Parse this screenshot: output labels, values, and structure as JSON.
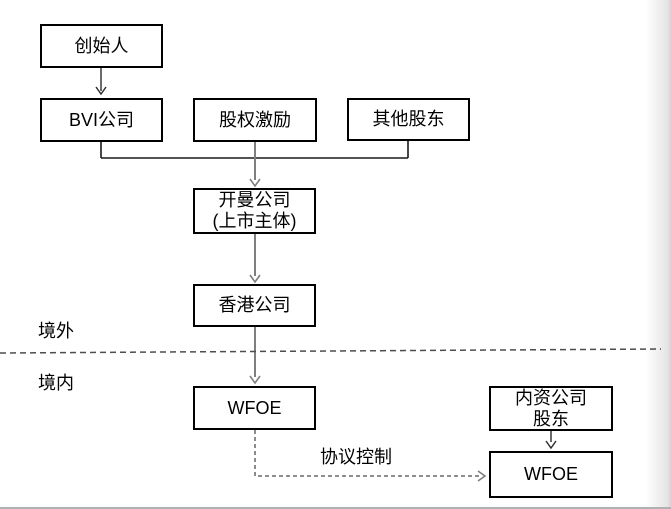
{
  "diagram": {
    "nodes": {
      "founder": {
        "label": "创始人"
      },
      "bvi": {
        "label": "BVI公司"
      },
      "esop": {
        "label": "股权激励"
      },
      "other_shareholders": {
        "label": "其他股东"
      },
      "cayman": {
        "label_line1": "开曼公司",
        "label_line2": "(上市主体)"
      },
      "hongkong": {
        "label": "香港公司"
      },
      "wfoe": {
        "label": "WFOE"
      },
      "domestic_shareholders": {
        "label_line1": "内资公司",
        "label_line2": "股东"
      },
      "wfoe_vie": {
        "label": "WFOE"
      }
    },
    "labels": {
      "offshore": "境外",
      "onshore": "境内",
      "vie_control": "协议控制"
    },
    "colors": {
      "box_border": "#000000",
      "arrow_gray": "#7f7f7f",
      "arrow_black": "#2b2b2b",
      "tree_connector": "#1a1a1a",
      "divider_dash": "#4d4d4d",
      "page_edge": "#b0b0b0"
    }
  }
}
